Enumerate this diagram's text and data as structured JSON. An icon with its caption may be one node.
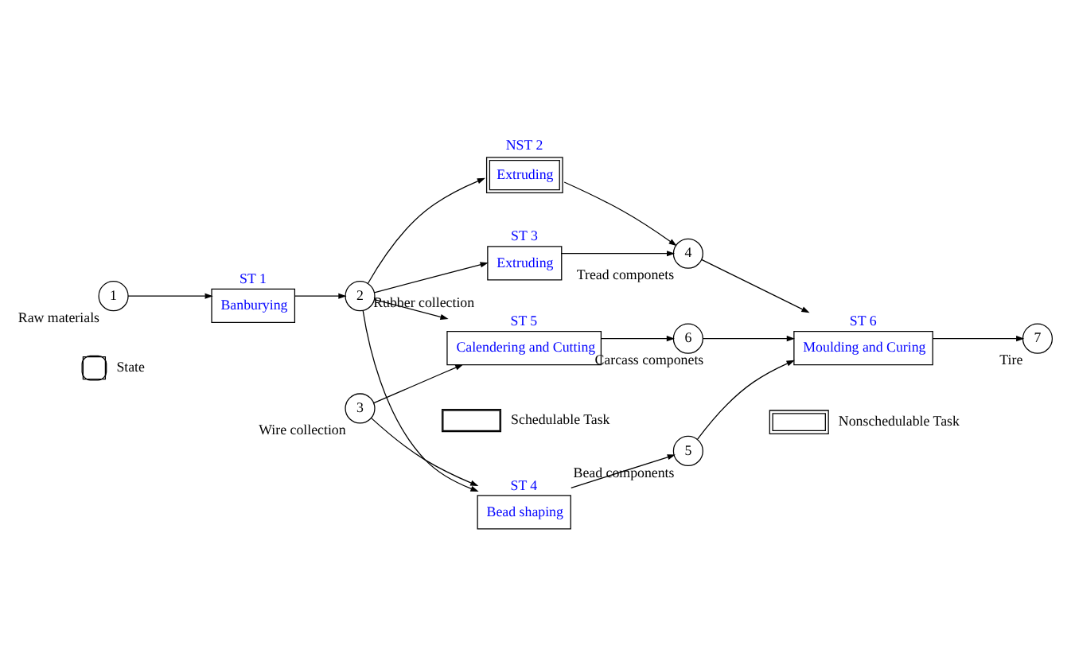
{
  "diagram": {
    "nodes": [
      {
        "text": [
          "1"
        ],
        "beside": [
          "Raw materials"
        ]
      },
      {
        "text": [
          "ST 1",
          "Banburying"
        ]
      },
      {
        "text": [
          "2"
        ],
        "beside": [
          "Rubber collection"
        ]
      },
      {
        "text": [
          "NST 2",
          "Extruding"
        ]
      },
      {
        "text": [
          "ST 3",
          "Extruding"
        ]
      },
      {
        "text": [
          "4"
        ],
        "beside": [
          "Tread componets"
        ]
      },
      {
        "text": [
          "ST 4",
          "Bead shaping"
        ]
      },
      {
        "text": [
          "5"
        ],
        "beside": [
          "Bead components"
        ]
      },
      {
        "text": [
          "ST 6",
          "Moulding and Curing"
        ]
      },
      {
        "text": [
          "7"
        ],
        "beside": [
          "Tire"
        ]
      },
      {
        "text": [
          "ST 5",
          "Calendering and Cutting"
        ]
      },
      {
        "text": [
          "6"
        ],
        "beside": [
          "Carcass componets"
        ]
      },
      {
        "text": [
          "3"
        ],
        "beside": [
          "Wire collection"
        ]
      }
    ],
    "edges": [
      {
        "from": 0,
        "to": 1,
        "arrow": "to"
      },
      {
        "from": 1,
        "to": 2,
        "arrow": "to"
      },
      {
        "from": 2,
        "to": 3,
        "arrow": "to"
      },
      {
        "from": 2,
        "to": 4,
        "arrow": "to"
      },
      {
        "from": 2,
        "to": 6,
        "arrow": "to"
      },
      {
        "from": 2,
        "to": 10,
        "arrow": "to"
      },
      {
        "from": 12,
        "to": 6,
        "arrow": "to"
      },
      {
        "from": 12,
        "to": 10,
        "arrow": "to"
      },
      {
        "from": 3,
        "to": 5,
        "arrow": "to"
      },
      {
        "from": 4,
        "to": 5,
        "arrow": "to"
      },
      {
        "from": 5,
        "to": 8,
        "arrow": "to"
      },
      {
        "from": 6,
        "to": 7,
        "arrow": "to"
      },
      {
        "from": 7,
        "to": 8,
        "arrow": "to"
      },
      {
        "from": 10,
        "to": 11,
        "arrow": "to"
      },
      {
        "from": 11,
        "to": 8,
        "arrow": "to"
      },
      {
        "from": 8,
        "to": 9,
        "arrow": "to"
      }
    ],
    "legend": [
      {
        "text": "State"
      },
      {
        "text": "Schedulable Task"
      },
      {
        "text": "Nonschedulable Task"
      }
    ]
  }
}
